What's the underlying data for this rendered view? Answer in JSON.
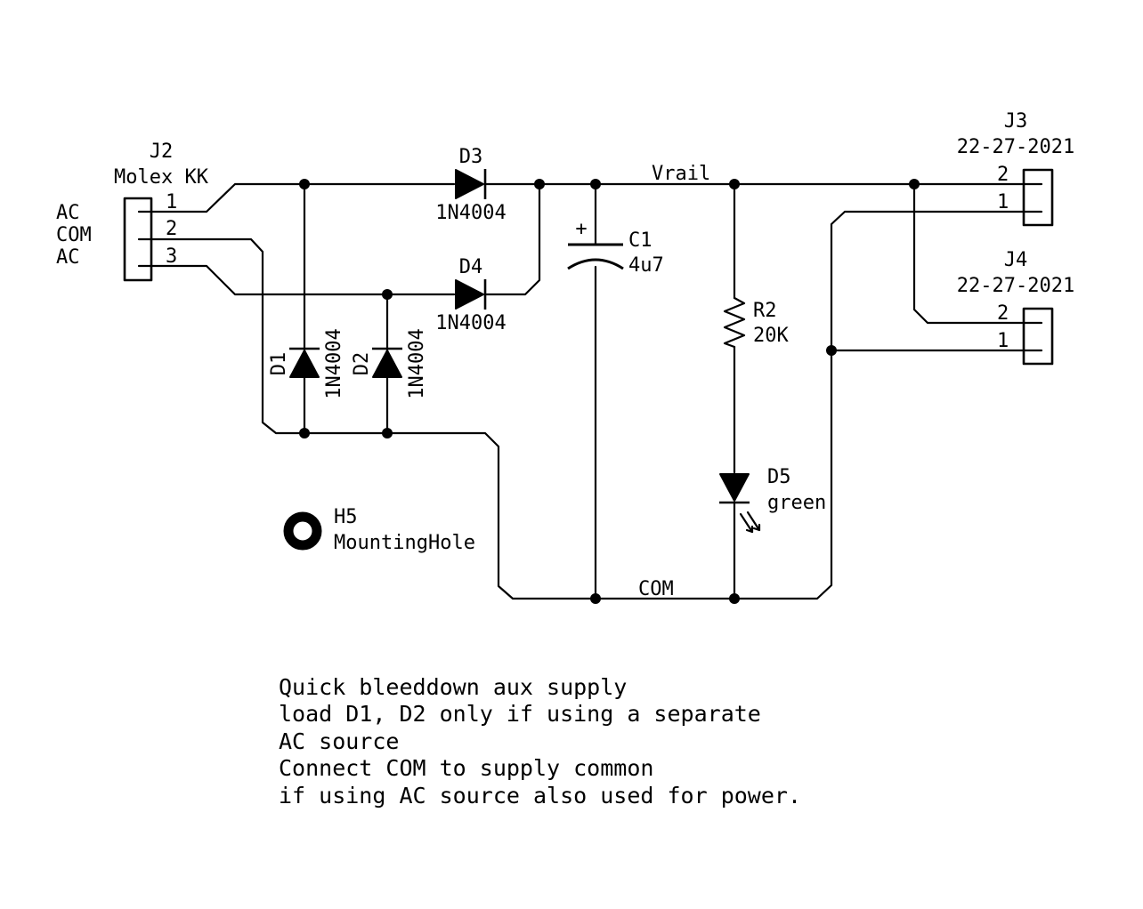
{
  "connectors": {
    "j2": {
      "ref": "J2",
      "value": "Molex KK",
      "pins": [
        "1",
        "2",
        "3"
      ],
      "signals": [
        "AC",
        "COM",
        "AC"
      ]
    },
    "j3": {
      "ref": "J3",
      "value": "22-27-2021",
      "pins": [
        "2",
        "1"
      ]
    },
    "j4": {
      "ref": "J4",
      "value": "22-27-2021",
      "pins": [
        "2",
        "1"
      ]
    }
  },
  "diodes": {
    "d1": {
      "ref": "D1",
      "value": "1N4004"
    },
    "d2": {
      "ref": "D2",
      "value": "1N4004"
    },
    "d3": {
      "ref": "D3",
      "value": "1N4004"
    },
    "d4": {
      "ref": "D4",
      "value": "1N4004"
    }
  },
  "capacitor": {
    "ref": "C1",
    "value": "4u7",
    "polarity": "+"
  },
  "resistor": {
    "ref": "R2",
    "value": "20K"
  },
  "led": {
    "ref": "D5",
    "value": "green"
  },
  "mounting_hole": {
    "ref": "H5",
    "value": "MountingHole"
  },
  "nets": {
    "vrail": "Vrail",
    "com": "COM"
  },
  "notes": [
    "Quick bleeddown aux supply",
    "load D1, D2 only if using a separate",
    "AC source",
    "Connect COM to supply common",
    "if using AC source also used for power."
  ]
}
